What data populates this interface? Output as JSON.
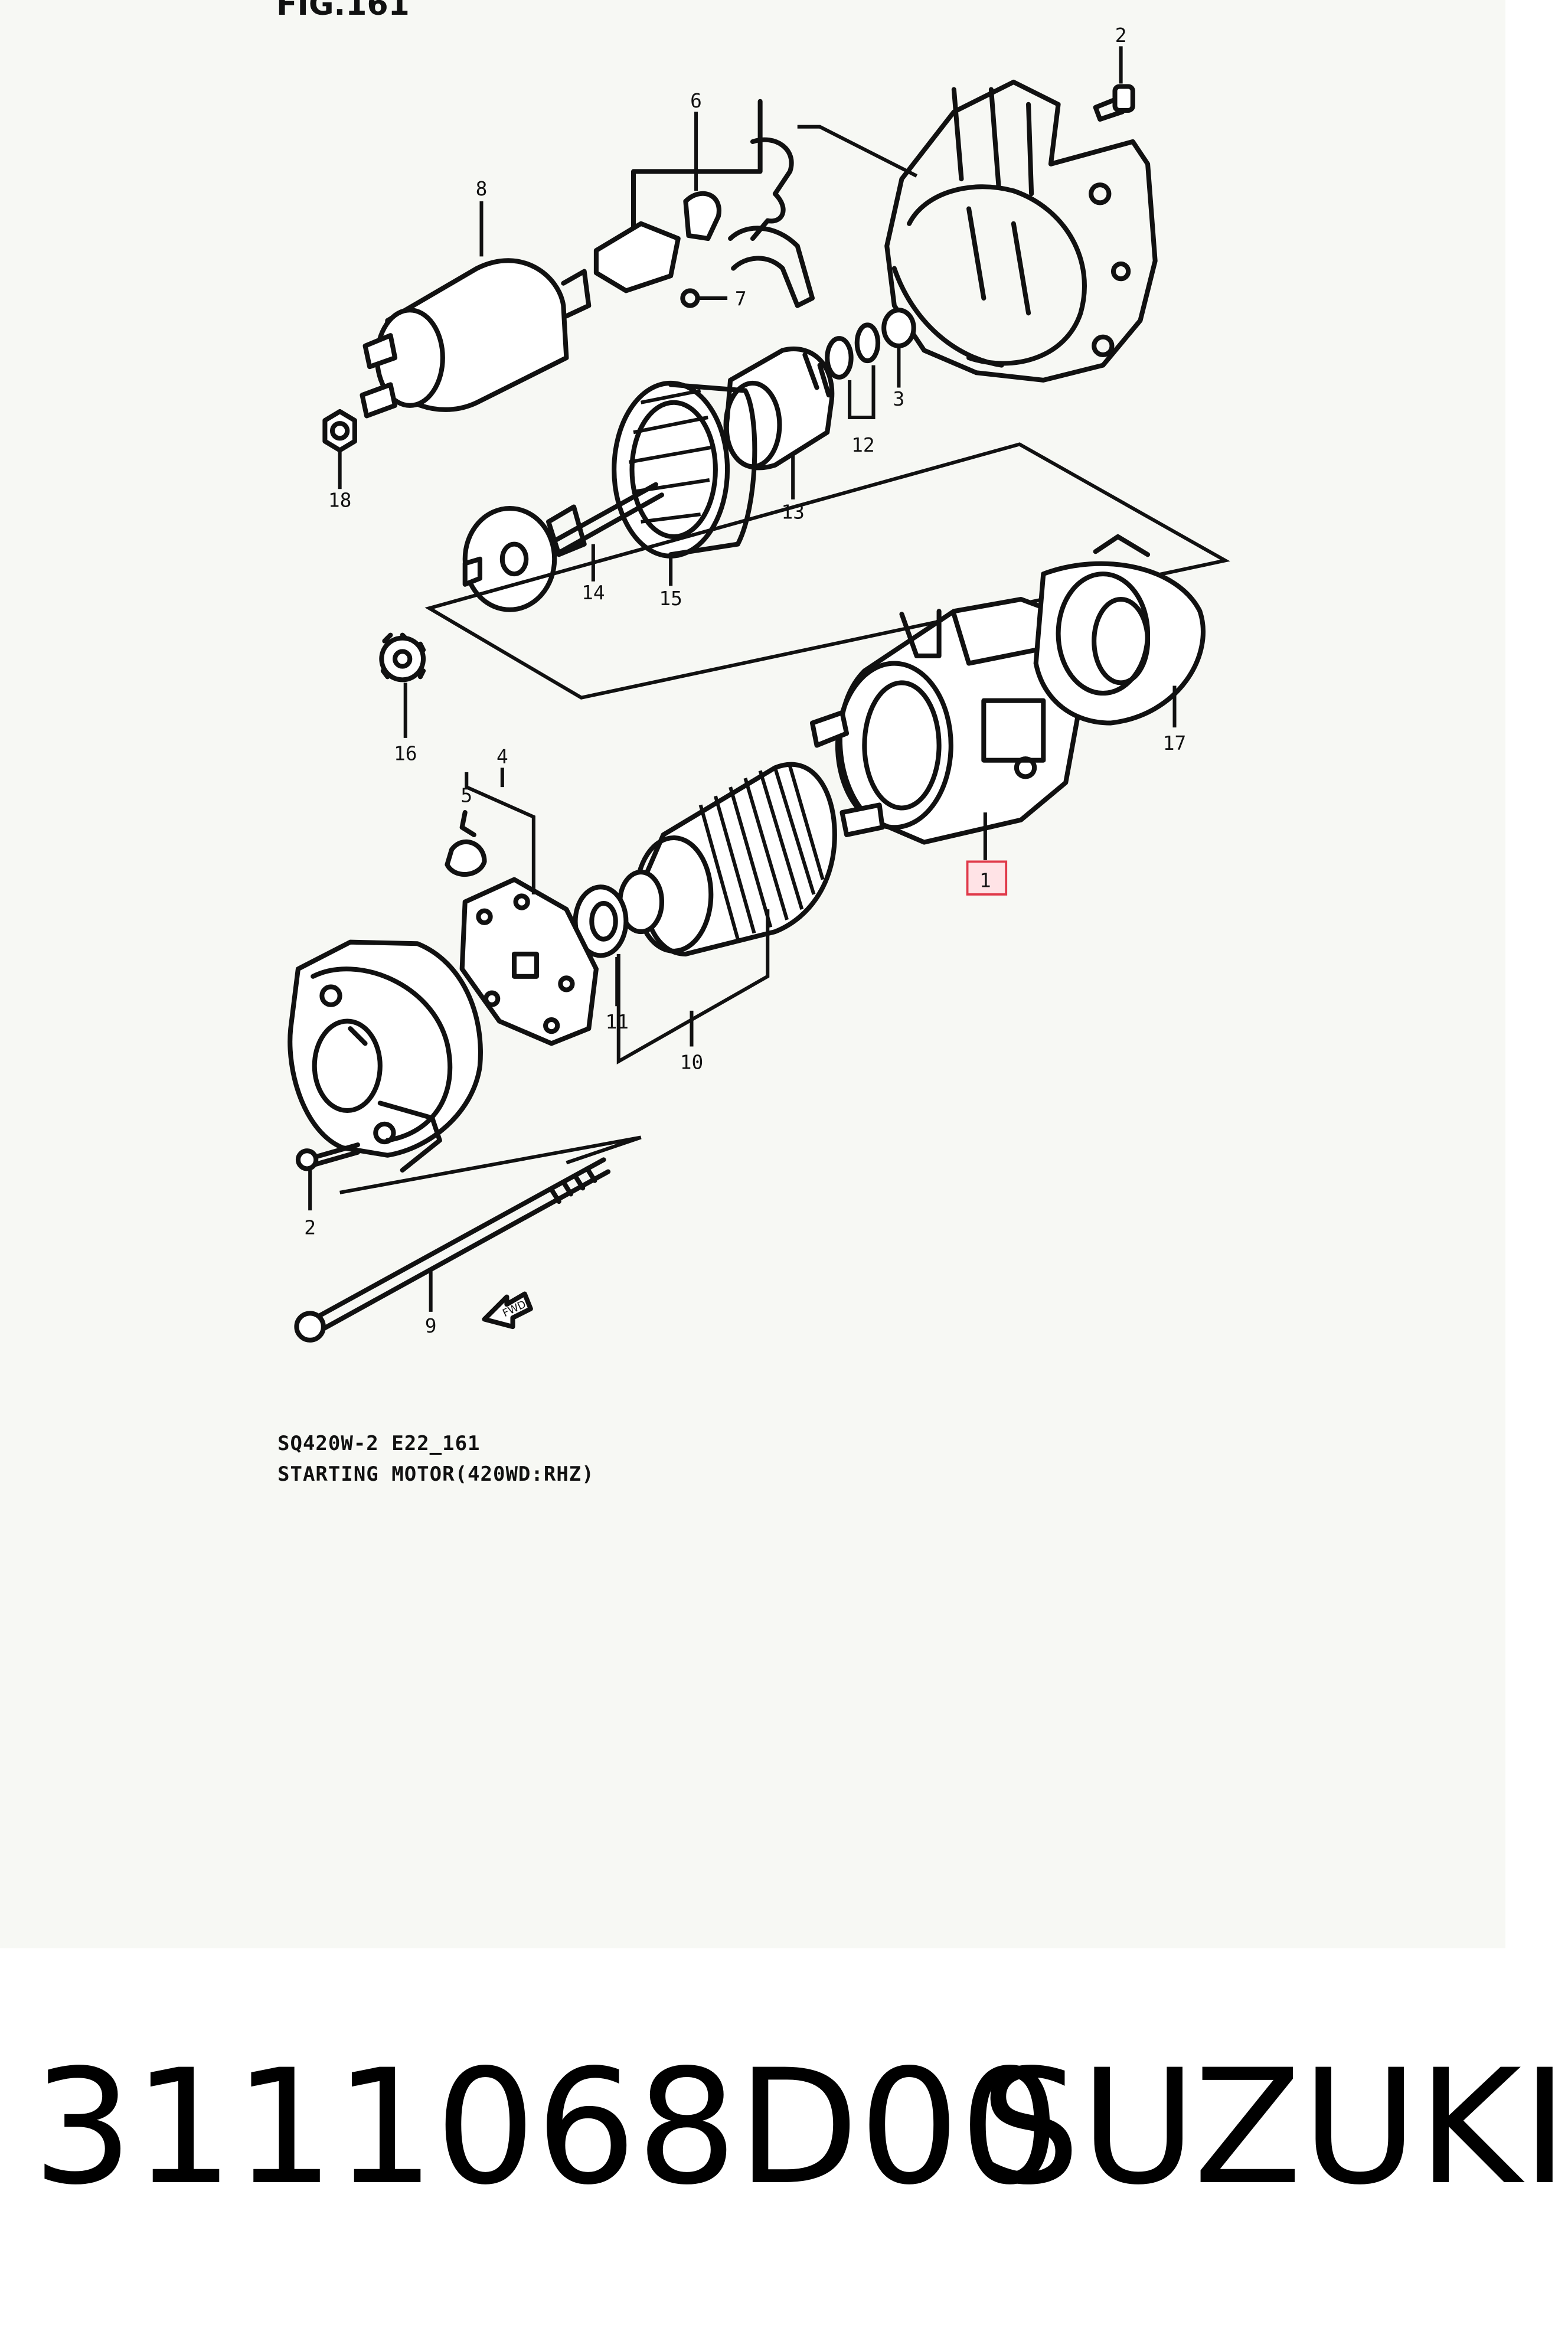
{
  "figure": {
    "title": "FIG.161"
  },
  "caption": {
    "line1": "SQ420W-2 E22_161",
    "line2": "STARTING MOTOR(420WD:RHZ)"
  },
  "callouts": {
    "n1": "1",
    "n2a": "2",
    "n2b": "2",
    "n3": "3",
    "n4": "4",
    "n5": "5",
    "n6": "6",
    "n7": "7",
    "n8": "8",
    "n9": "9",
    "n10": "10",
    "n11": "11",
    "n12": "12",
    "n13": "13",
    "n14": "14",
    "n15": "15",
    "n16": "16",
    "n17": "17",
    "n18": "18"
  },
  "highlight": {
    "part": "1",
    "color": "#e03a4a",
    "fill": "#ffe3e6"
  },
  "fwd_arrow_label": "FWD",
  "product": {
    "part_number": "3111068D00",
    "brand": "SUZUKI"
  }
}
